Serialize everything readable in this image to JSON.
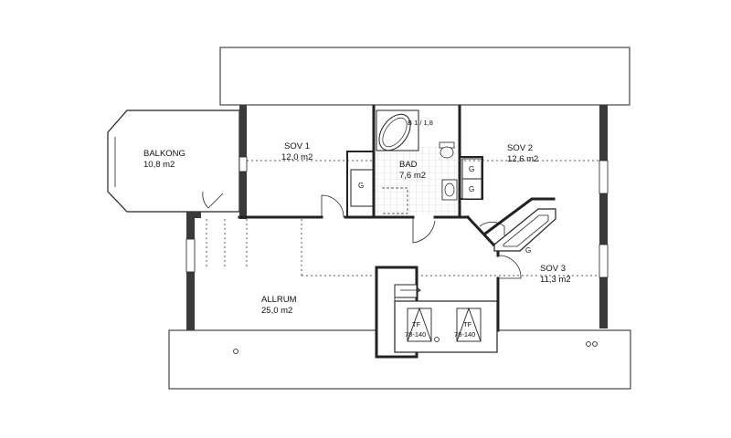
{
  "rooms": {
    "balkong": {
      "name": "BALKONG",
      "area": "10,8 m2"
    },
    "sov1": {
      "name": "SOV 1",
      "area": "12,0 m2"
    },
    "bad": {
      "name": "BAD",
      "area": "7,6 m2"
    },
    "sov2": {
      "name": "SOV 2",
      "area": "12,6 m2"
    },
    "sov3": {
      "name": "SOV 3",
      "area": "11,3 m2"
    },
    "allrum": {
      "name": "ALLRUM",
      "area": "25,0 m2"
    }
  },
  "fixtures": {
    "bathtub_label": "B 1 / 1,8",
    "wardrobe_label": "G",
    "skylight_1": {
      "code": "TF",
      "size": "78-140"
    },
    "skylight_2": {
      "code": "TF",
      "size": "78-140"
    }
  }
}
